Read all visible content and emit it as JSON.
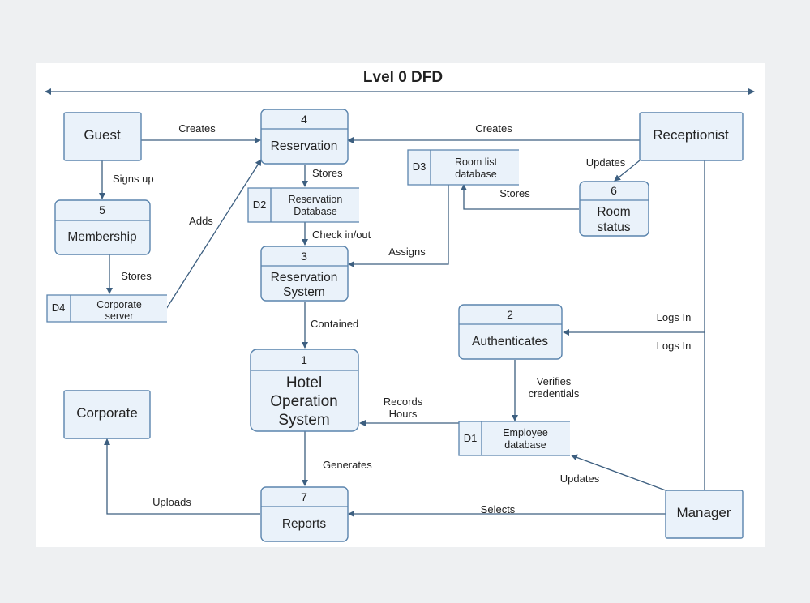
{
  "title": "Lvel 0 DFD",
  "colors": {
    "box_fill": "#eaf2fa",
    "box_stroke": "#5a84ad",
    "line": "#3d5f80"
  },
  "externals": {
    "guest": "Guest",
    "receptionist": "Receptionist",
    "corporate": "Corporate",
    "manager": "Manager"
  },
  "processes": {
    "reservation": {
      "num": "4",
      "label": "Reservation"
    },
    "membership": {
      "num": "5",
      "label": "Membership"
    },
    "reservation_system": {
      "num": "3",
      "lines": [
        "Reservation",
        "System"
      ]
    },
    "room_status": {
      "num": "6",
      "lines": [
        "Room",
        "status"
      ]
    },
    "authenticates": {
      "num": "2",
      "label": "Authenticates"
    },
    "hotel_os": {
      "num": "1",
      "lines": [
        "Hotel",
        "Operation",
        "System"
      ]
    },
    "reports": {
      "num": "7",
      "label": "Reports"
    }
  },
  "stores": {
    "d2": {
      "id": "D2",
      "lines": [
        "Reservation",
        "Database"
      ]
    },
    "d3": {
      "id": "D3",
      "lines": [
        "Room list",
        "database"
      ]
    },
    "d4": {
      "id": "D4",
      "lines": [
        "Corporate",
        "server"
      ]
    },
    "d1": {
      "id": "D1",
      "lines": [
        "Employee",
        "database"
      ]
    }
  },
  "flows": {
    "guest_creates": "Creates",
    "receptionist_creates": "Creates",
    "signs_up": "Signs up",
    "updates_room": "Updates",
    "stores_d2": "Stores",
    "stores_d3": "Stores",
    "adds": "Adds",
    "stores_d4": "Stores",
    "check_in_out": "Check in/out",
    "assigns": "Assigns",
    "contained": "Contained",
    "logs_in_1": "Logs In",
    "logs_in_2": "Logs In",
    "verifies": [
      "Verifies",
      "credentials"
    ],
    "records_hours": [
      "Records",
      "Hours"
    ],
    "generates": "Generates",
    "updates_emp": "Updates",
    "uploads": "Uploads",
    "selects": "Selects"
  }
}
